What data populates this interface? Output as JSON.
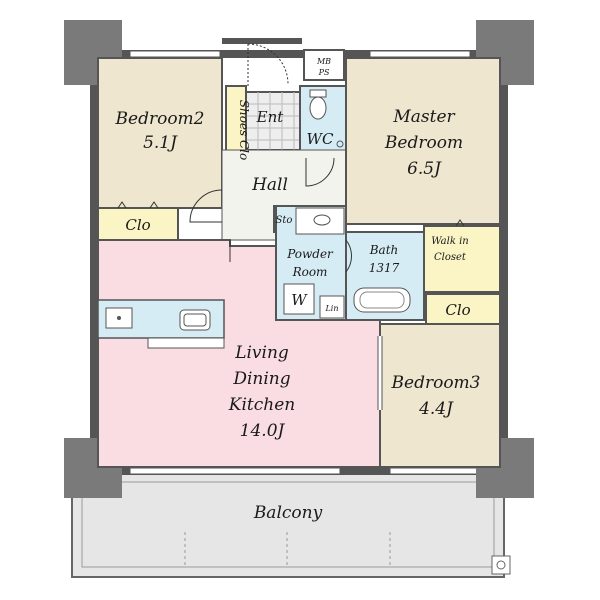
{
  "rooms": {
    "bedroom2": {
      "name": "Bedroom2",
      "size": "5.1J"
    },
    "master": {
      "line1": "Master",
      "line2": "Bedroom",
      "size": "6.5J"
    },
    "bedroom3": {
      "name": "Bedroom3",
      "size": "4.4J"
    },
    "ldk": {
      "line1": "Living",
      "line2": "Dining",
      "line3": "Kitchen",
      "size": "14.0J"
    },
    "entrance": {
      "name": "Ent"
    },
    "shoes": {
      "name": "Shoes Clo"
    },
    "wc": {
      "name": "WC"
    },
    "hall": {
      "name": "Hall"
    },
    "mbps": {
      "line1": "MB",
      "line2": "PS"
    },
    "storage": {
      "name": "Sto"
    },
    "powder": {
      "line1": "Powder",
      "line2": "Room"
    },
    "washer": {
      "name": "W"
    },
    "linen": {
      "name": "Lin"
    },
    "bath": {
      "line1": "Bath",
      "line2": "1317"
    },
    "walkin": {
      "line1": "Walk in",
      "line2": "Closet"
    },
    "clo_left": {
      "name": "Clo"
    },
    "clo_right": {
      "name": "Clo"
    },
    "balcony": {
      "name": "Balcony"
    }
  },
  "colors": {
    "bedroom": "#efe6cf",
    "ldk": "#f9dde3",
    "wet": "#d6ecf4",
    "closet": "#fbf4c4",
    "hall": "#f3f3ee",
    "balcony": "#e6e6e6",
    "wall": "#555555"
  }
}
